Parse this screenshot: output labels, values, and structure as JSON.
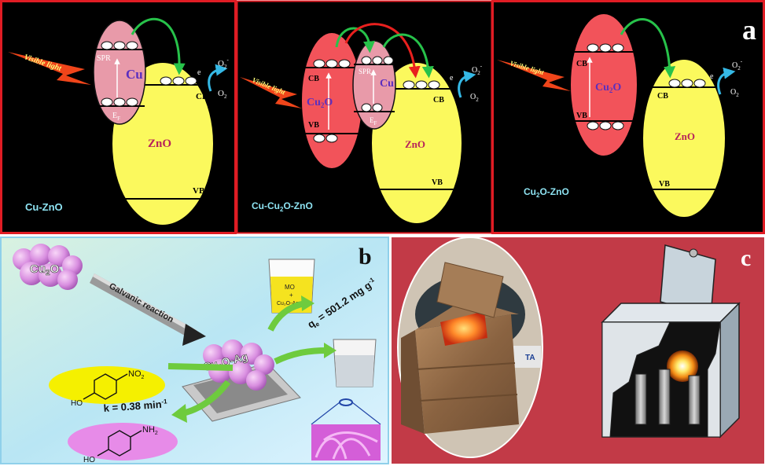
{
  "panel_a": {
    "letter": "a",
    "frame_color": "#e01c24",
    "left": {
      "caption": "Cu-ZnO",
      "light_label": "Visible light",
      "metal_label": "Cu",
      "spr_label": "SPR",
      "fermi_label": "E",
      "fermi_sub": "F",
      "zno_label": "ZnO",
      "cb_label": "CB",
      "vb_label": "VB",
      "electron_label": "e",
      "o2_label": "O",
      "o2_sub": "2",
      "o2_radical": "O",
      "o2_radical_sub": "2",
      "o2_radical_sup": "-"
    },
    "middle": {
      "caption_a": "Cu-Cu",
      "caption_sub": "2",
      "caption_b": "O-ZnO",
      "light_label": "Visible light",
      "cu2o_label": "Cu",
      "cu2o_sub": "2",
      "cu2o_tail": "O",
      "metal_label": "Cu",
      "spr_label": "SPR",
      "fermi_label": "E",
      "fermi_sub": "F",
      "zno_label": "ZnO",
      "cb_label": "CB",
      "vb_label": "VB",
      "cb2_label": "CB",
      "vb2_label": "VB",
      "electron_label": "e",
      "o2_label": "O",
      "o2_sub": "2",
      "o2_radical": "O",
      "o2_radical_sub": "2",
      "o2_radical_sup": "-"
    },
    "right": {
      "caption_a": "Cu",
      "caption_sub": "2",
      "caption_b": "O-ZnO",
      "light_label": "Visible light",
      "cu2o_label": "Cu",
      "cu2o_sub": "2",
      "cu2o_tail": "O",
      "zno_label": "ZnO",
      "cb_label": "CB",
      "vb_label": "VB",
      "cb2_label": "CB",
      "vb2_label": "VB",
      "electron_label": "e",
      "o2_label": "O",
      "o2_sub": "2",
      "o2_radical": "O",
      "o2_radical_sub": "2",
      "o2_radical_sup": "-"
    }
  },
  "panel_b": {
    "letter": "b",
    "cluster_label_a": "Cu",
    "cluster_label_sub": "2",
    "cluster_label_b": "O",
    "reaction_label": "Galvanic reaction",
    "product_label_a": "Cu",
    "product_label_sub": "2",
    "product_label_b": "O-Ag",
    "beaker_mo": "MO",
    "beaker_plus": "+",
    "beaker_cu2o_ag": "Cu₂O-Ag",
    "capacity_a": "q",
    "capacity_sub": "e",
    "capacity_b": " = 501.2 mg g",
    "capacity_sup": "-1",
    "rate_a": "k = 0.38 min",
    "rate_sup": "-1",
    "nitro_ho": "HO",
    "nitro_group": "NO",
    "nitro_sub": "2",
    "amine_ho": "HO",
    "amine_group": "NH",
    "amine_sub": "2",
    "border_color": "#8fd0ea"
  },
  "panel_c": {
    "letter": "c",
    "background_color": "#c23a47",
    "panel_label_logo": "TA"
  }
}
